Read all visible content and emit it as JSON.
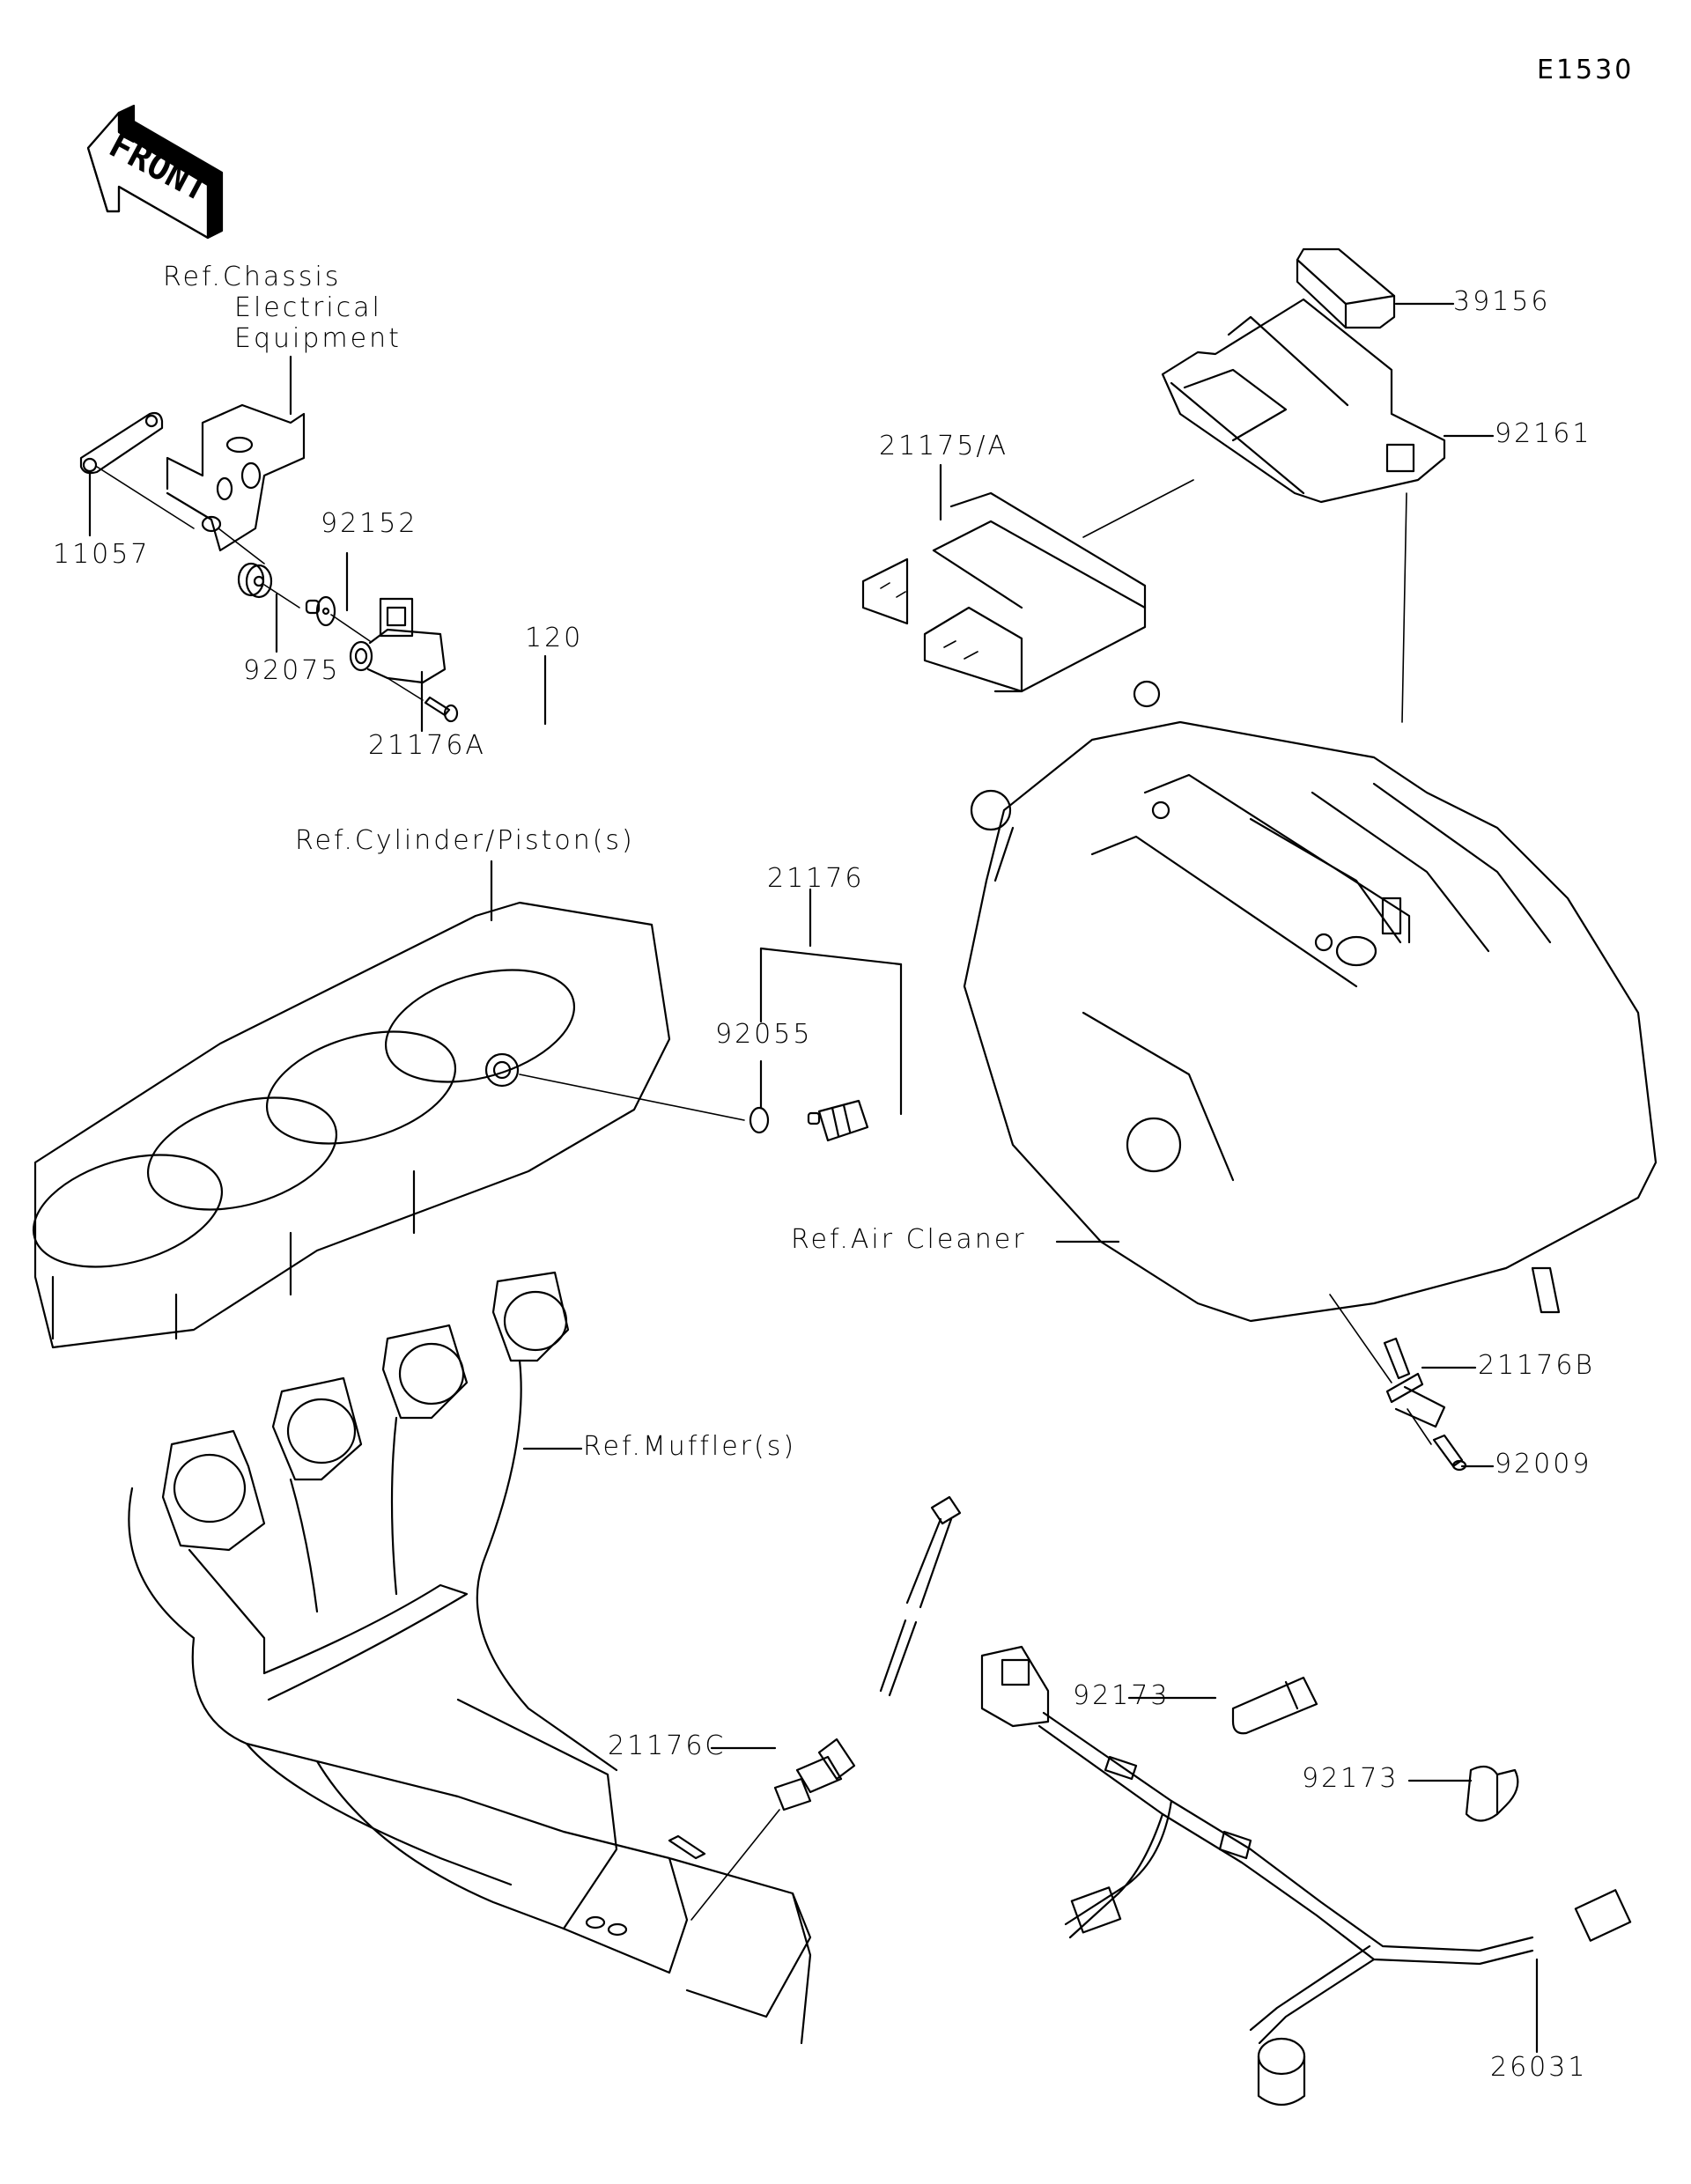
{
  "diagram": {
    "id": "E1530",
    "orientation_badge": "FRONT"
  },
  "references": {
    "chassis": [
      "Ref.Chassis",
      "Electrical",
      "Equipment"
    ],
    "cylinder": "Ref.Cylinder/Piston(s)",
    "air_cleaner": "Ref.Air Cleaner",
    "muffler": "Ref.Muffler(s)"
  },
  "parts": {
    "p39156": "39156",
    "p92161": "92161",
    "p21175A": "21175/A",
    "p11057": "11057",
    "p92152": "92152",
    "p92075": "92075",
    "p120": "120",
    "p21176A": "21176A",
    "p21176": "21176",
    "p92055": "92055",
    "p21176B": "21176B",
    "p92009": "92009",
    "p21176C": "21176C",
    "p92173a": "92173",
    "p92173b": "92173",
    "p26031": "26031"
  }
}
